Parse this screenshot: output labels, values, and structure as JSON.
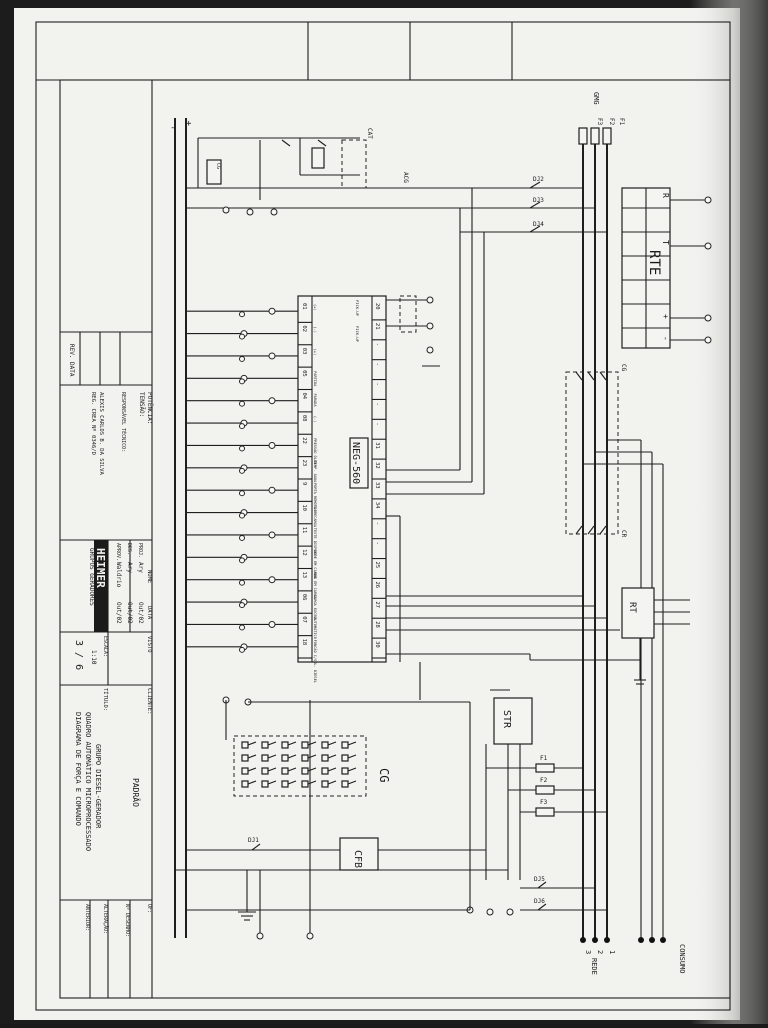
{
  "sheet": {
    "paper_color": "#f2f2ef",
    "shadow_color": "#4a4a4a"
  },
  "title_block": {
    "rev_label": "REV.",
    "data_label": "DATA",
    "potencia_label": "POTÊNCIA:",
    "tensao_label": "TENSÃO:",
    "responsavel_label": "RESPONSÁVEL TÉCNICO:",
    "responsavel_name": "ALEXIS CARLOS B. DA SILVA",
    "responsavel_reg": "REG. CREA Nº 0346/D",
    "nome_label": "NOME",
    "data_col_label": "DATA",
    "visto_label": "VISTO",
    "rows": [
      {
        "role": "PROJ.",
        "name": "Ary",
        "date": "Out/02"
      },
      {
        "role": "DES.",
        "name": "Ary",
        "date": "Out/02"
      },
      {
        "role": "APROV.",
        "name": "Waldrio",
        "date": "Out/02"
      }
    ],
    "escala_label": "ESCALA:",
    "escala_value": "1:10",
    "sheet_number": "3 / 6",
    "logo_text": "HEIMER",
    "logo_sub": "GRUPOS GERADORES",
    "cliente_label": "CLIENTE:",
    "cliente_value": "PADRÃO",
    "titulo_label": "TÍTULO:",
    "titulo_lines": [
      "GRUPO DIESEL-GERADOR",
      "QUADRO AUTOMÁTICO MICROPROCESSADO",
      "DIAGRAMA DE FORÇA E COMANDO"
    ],
    "right_labels": [
      "OF:",
      "Nº DESENHO:",
      "ALTERAÇÃO:",
      "ANTERIOR:"
    ]
  },
  "components": {
    "neg": "NEG-560",
    "rte": "RTE",
    "rte_terminals": [
      "R",
      "T",
      "+",
      "-"
    ],
    "rt": "RT",
    "str": "STR",
    "cfb": "CFB",
    "cg": "CG",
    "cat": "CAT",
    "acg": "ACG",
    "cr": "CR",
    "cg_contactor": "CG",
    "gmg": "GMG",
    "rede": "REDE",
    "consumo": "CONSUMO",
    "breakers": [
      "DJ2",
      "DJ3",
      "DJ4",
      "DJ1",
      "DJ5",
      "DJ6"
    ],
    "fuses_top": [
      "F1",
      "F2",
      "F3"
    ],
    "fuses_side": [
      "F1",
      "F2",
      "F3"
    ],
    "rail_plus": "+",
    "rail_minus": "-",
    "phase_numbers": [
      "1",
      "2",
      "3"
    ]
  },
  "neg_terminals_left": [
    "01",
    "02",
    "03",
    "05",
    "04",
    "08",
    "22",
    "23",
    "9",
    "10",
    "11",
    "12",
    "13",
    "06",
    "07",
    "18"
  ],
  "neg_terminals_right": [
    "20",
    "21",
    "-",
    "-",
    "-",
    "-",
    "-",
    "31",
    "32",
    "33",
    "34",
    "-",
    "-",
    "25",
    "26",
    "27",
    "28",
    "30"
  ],
  "neg_signal_labels": [
    "(+)",
    "(-)",
    "(+)",
    "PARTIDA",
    "PARADA",
    "(-)",
    "PRESSÃO ÓLEO",
    "TEMP. ÁGUA",
    "PORTA REMOTA",
    "SOBRECARGA",
    "TESTE DISPLAY",
    "REDE EM CARGA",
    "GMG EM CARGA",
    "CARGA EXCED.",
    "AUTOMÁTICO",
    "FUNCÃO C/SOL. DIESEL"
  ],
  "neg_right_labels": [
    "PICK-UP",
    "PICK-UP"
  ]
}
